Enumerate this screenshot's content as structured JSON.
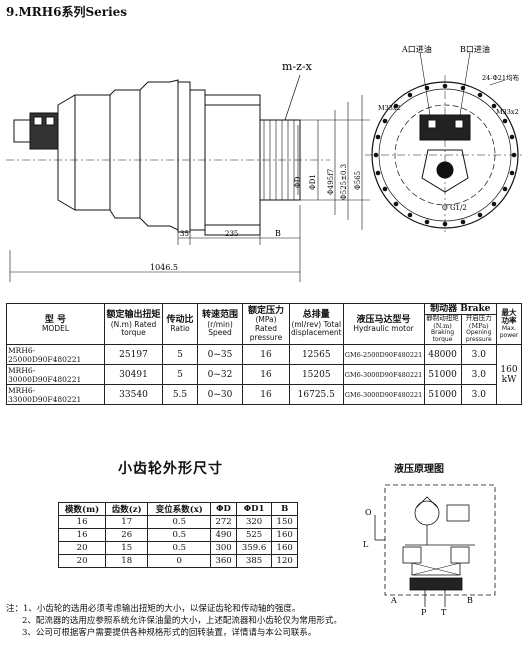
{
  "title": "9.MRH6系列Series",
  "drawing": {
    "label_mzx": "m-z-x",
    "dim_total": "1046.5",
    "dim_35": "35",
    "dim_235": "235",
    "dim_B": "B",
    "dim_D": "ΦD",
    "dim_D1": "ΦD1",
    "dim_495": "Φ495f7",
    "dim_525": "Φ525±0.3",
    "dim_565": "Φ565",
    "port_a": "A口进油",
    "port_b": "B口进油",
    "holes": "24-Φ21均布",
    "m33_left": "M33x2",
    "m33_right": "M33x2",
    "g_port": "O G1/2"
  },
  "spec_table": {
    "headers": [
      {
        "cn": "型 号",
        "en": "MODEL"
      },
      {
        "cn": "额定输出扭矩",
        "en": "(N.m) Rated torque"
      },
      {
        "cn": "传动比",
        "en": "Ratio"
      },
      {
        "cn": "转速范围",
        "en": "(r/min) Speed"
      },
      {
        "cn": "额定压力",
        "en": "(MPa) Rated pressure"
      },
      {
        "cn": "总排量",
        "en": "(ml/rev) Total displacement"
      },
      {
        "cn": "液压马达型号",
        "en": "Hydraulic motor"
      },
      {
        "cn": "制动器 Brake",
        "en": ""
      },
      {
        "cn": "最大功率",
        "en": "Max. power"
      }
    ],
    "brake_sub": [
      {
        "cn": "静制动扭矩(N.m)",
        "en": "Braking torque"
      },
      {
        "cn": "开启压力(MPa)",
        "en": "Opening pressure"
      }
    ],
    "rows": [
      [
        "MRH6-25000D90F480221",
        "25197",
        "5",
        "0~35",
        "16",
        "12565",
        "GM6-2500D90F480221",
        "48000",
        "3.0"
      ],
      [
        "MRH6-30000D90F480221",
        "30491",
        "5",
        "0~32",
        "16",
        "15205",
        "GM6-3000D90F480221",
        "51000",
        "3.0"
      ],
      [
        "MRH6-33000D90F480221",
        "33540",
        "5.5",
        "0~30",
        "16",
        "16725.5",
        "GM6-3000D90F480221",
        "51000",
        "3.0"
      ]
    ],
    "max_power": "160 kW"
  },
  "gear_title": "小齿轮外形尺寸",
  "gear_table": {
    "headers": [
      "模数(m)",
      "齿数(z)",
      "变位系数(x)",
      "ΦD",
      "ΦD1",
      "B"
    ],
    "rows": [
      [
        "16",
        "17",
        "0.5",
        "272",
        "320",
        "150"
      ],
      [
        "16",
        "26",
        "0.5",
        "490",
        "525",
        "160"
      ],
      [
        "20",
        "15",
        "0.5",
        "300",
        "359.6",
        "160"
      ],
      [
        "20",
        "18",
        "0",
        "360",
        "385",
        "120"
      ]
    ]
  },
  "hyd_title": "液压原理图",
  "hyd_labels": {
    "o": "O",
    "l": "L",
    "a": "A",
    "b": "B",
    "p": "P",
    "t": "T"
  },
  "notes": [
    "注：1、小齿轮的选用必须考虑输出扭矩的大小，以保证齿轮和传动轴的强度。",
    "2、配流器的选用应参照系统允许保油量的大小，上述配流器和小齿轮仅为常用形式。",
    "3、公司可根据客户需要提供各种规格形式的回转装置，详情请与本公司联系。"
  ]
}
